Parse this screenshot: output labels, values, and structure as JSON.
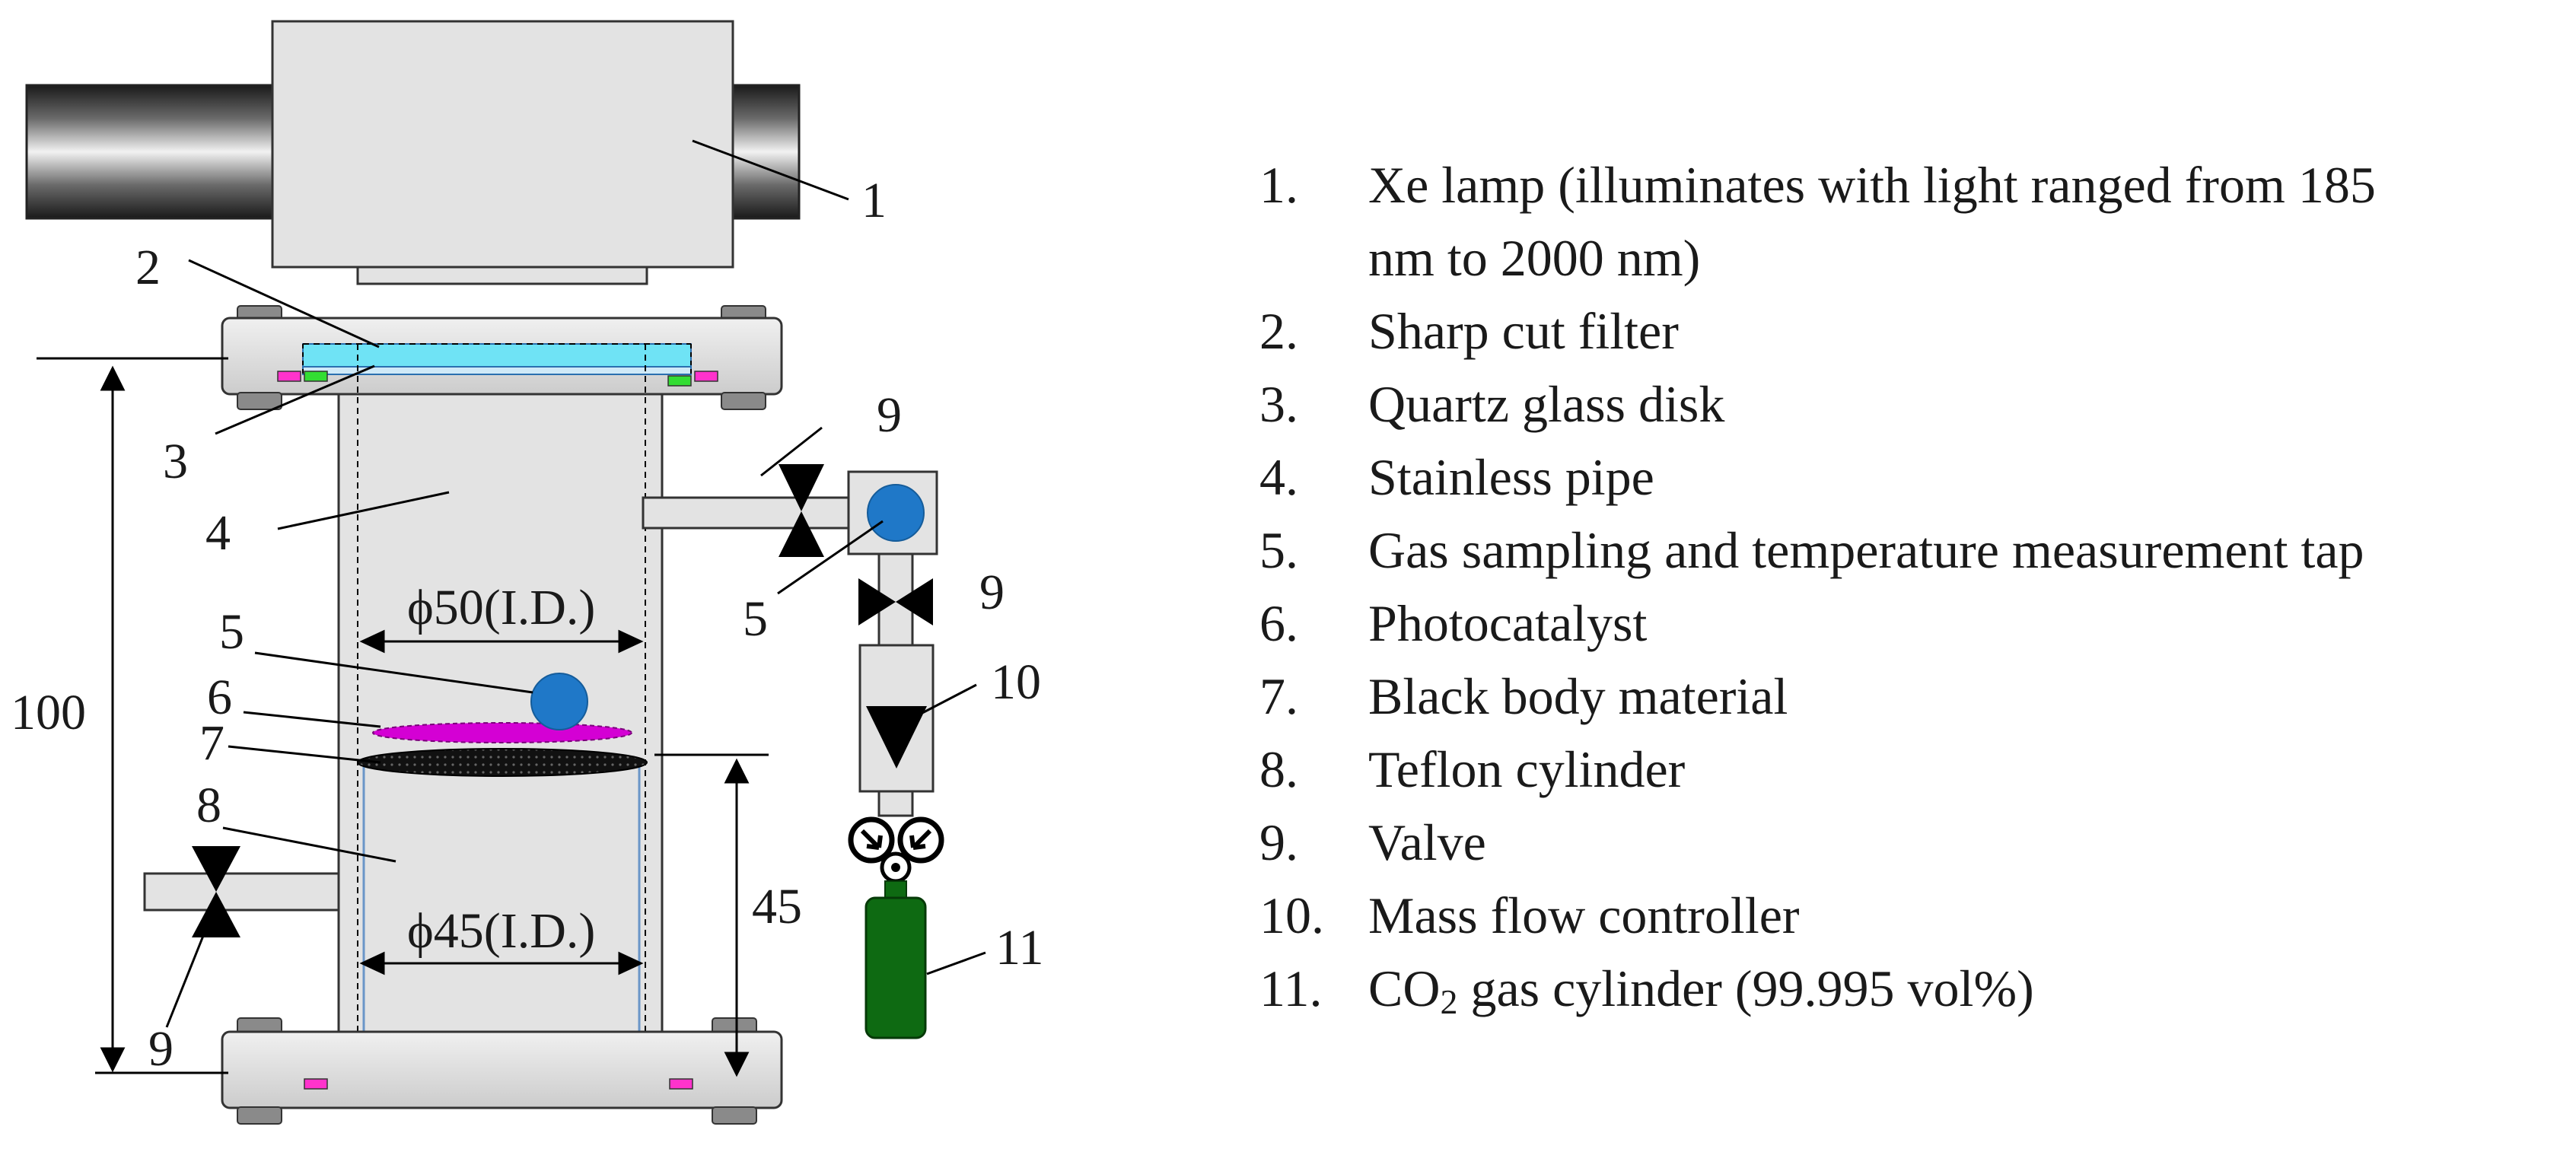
{
  "diagram": {
    "callouts": {
      "lamp": "1",
      "filter": "2",
      "quartz": "3",
      "pipe": "4",
      "tap_left": "5",
      "tap_right": "5",
      "photocatalyst": "6",
      "black_body": "7",
      "teflon": "8",
      "valve_top": "9",
      "valve_mid": "9",
      "valve_left": "9",
      "mfc": "10",
      "cylinder": "11"
    },
    "dimensions": {
      "inner_pipe": "ϕ50(I.D.)",
      "teflon_cylinder": "ϕ45(I.D.)",
      "total_height": "100",
      "cylinder_height": "45"
    }
  },
  "legend": [
    {
      "num": "1.",
      "text": "Xe lamp (illuminates with light ranged from 185",
      "cont": "nm to 2000 nm)"
    },
    {
      "num": "2.",
      "text": "Sharp cut filter"
    },
    {
      "num": "3.",
      "text": "Quartz glass disk"
    },
    {
      "num": "4.",
      "text": "Stainless pipe"
    },
    {
      "num": "5.",
      "text": "Gas sampling and temperature measurement tap"
    },
    {
      "num": "6.",
      "text": "Photocatalyst"
    },
    {
      "num": "7.",
      "text": "Black body material"
    },
    {
      "num": "8.",
      "text": "Teflon cylinder"
    },
    {
      "num": "9.",
      "text": "Valve"
    },
    {
      "num": "10.",
      "text": "Mass flow controller"
    },
    {
      "num": "11.",
      "text_pre": "CO",
      "sub": "2",
      "text_post": " gas cylinder (99.995 vol%)"
    }
  ],
  "colors": {
    "steel": "#e3e3e3",
    "filter": "#6fe3f5",
    "tap": "#1f78c8",
    "photocatalyst": "#d400d4",
    "black_body": "#000000",
    "gas_cylinder": "#0e6a12",
    "seal_magenta": "#ff33cc",
    "seal_green": "#33dd33"
  }
}
